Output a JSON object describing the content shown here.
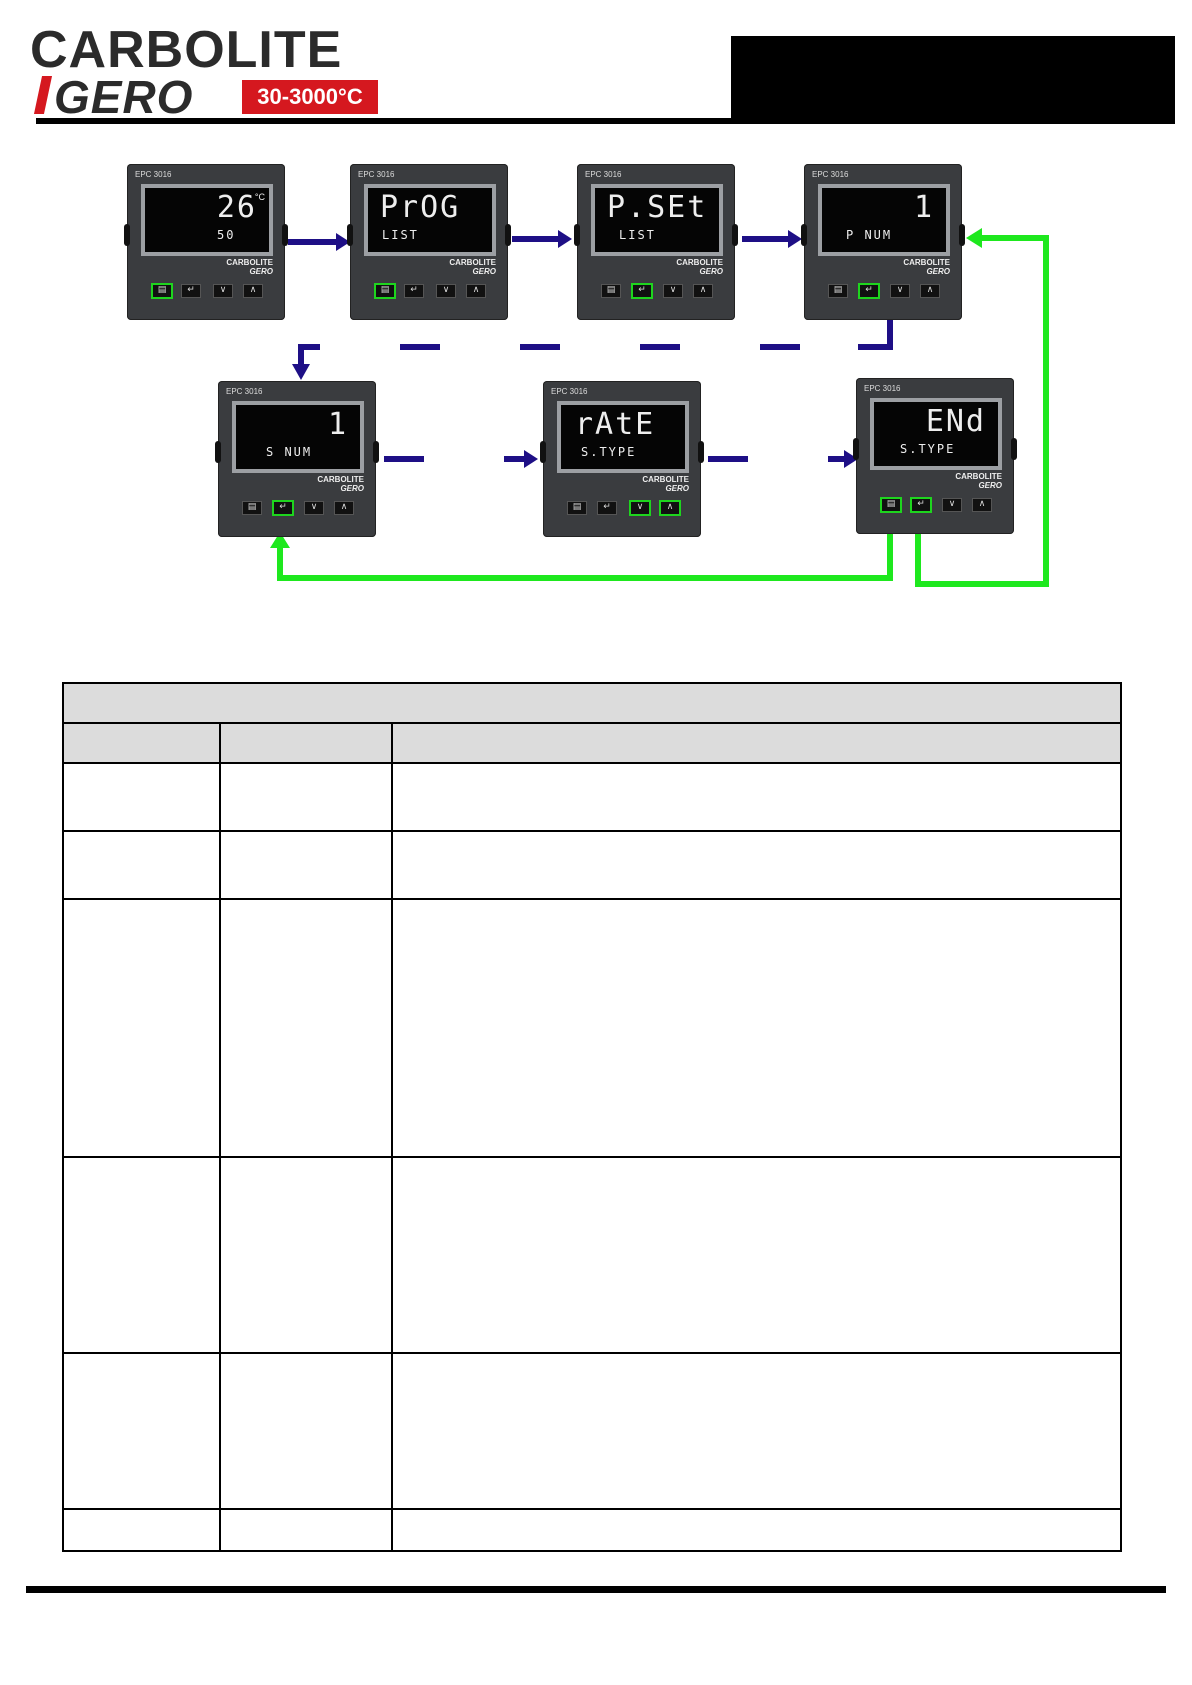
{
  "logo": {
    "brand_text": "CARBOLITE",
    "sub_brand": "GERO",
    "temp_range": "30-3000°C"
  },
  "flow": {
    "controllers": [
      {
        "id": "home",
        "model": "EPC 3016",
        "display_main": "26",
        "display_unit": "°C",
        "display_sub": "50",
        "brand": "CARBOLITE",
        "brand_sub": "GERO",
        "highlight": "page"
      },
      {
        "id": "prog-list",
        "model": "EPC 3016",
        "display_main": "PrOG",
        "display_sub": "LIST",
        "brand": "CARBOLITE",
        "brand_sub": "GERO",
        "highlight": "page"
      },
      {
        "id": "pset-list",
        "model": "EPC 3016",
        "display_main": "P.SEt",
        "display_sub": "LIST",
        "brand": "CARBOLITE",
        "brand_sub": "GERO",
        "highlight": "scroll"
      },
      {
        "id": "p-num",
        "model": "EPC 3016",
        "display_main": "1",
        "display_sub": "P NUM",
        "brand": "CARBOLITE",
        "brand_sub": "GERO",
        "highlight": "scroll"
      },
      {
        "id": "s-num",
        "model": "EPC 3016",
        "display_main": "1",
        "display_sub": "S NUM",
        "brand": "CARBOLITE",
        "brand_sub": "GERO",
        "highlight": "scroll"
      },
      {
        "id": "s-type-rate",
        "model": "EPC 3016",
        "display_main": "rAtE",
        "display_sub": "S.TYPE",
        "brand": "CARBOLITE",
        "brand_sub": "GERO",
        "highlight": "updown"
      },
      {
        "id": "s-type-end",
        "model": "EPC 3016",
        "display_main": "ENd",
        "display_sub": "S.TYPE",
        "brand": "CARBOLITE",
        "brand_sub": "GERO",
        "highlight": "page-scroll"
      }
    ],
    "colors": {
      "arrow_main": "#1e0f86",
      "arrow_loop": "#1ee81e",
      "highlight": "#1ed51e",
      "body": "#3a3c3f"
    },
    "button_icons": {
      "page": "page-icon",
      "scroll": "scroll-enter-icon",
      "down": "chevron-down-icon",
      "up": "chevron-up-icon"
    }
  },
  "table": {
    "title": "",
    "headers": [
      "",
      "",
      ""
    ],
    "rows": [
      [
        "",
        "",
        ""
      ],
      [
        "",
        "",
        ""
      ],
      [
        "",
        "",
        ""
      ],
      [
        "",
        "",
        ""
      ],
      [
        "",
        "",
        ""
      ],
      [
        "",
        "",
        ""
      ]
    ]
  }
}
